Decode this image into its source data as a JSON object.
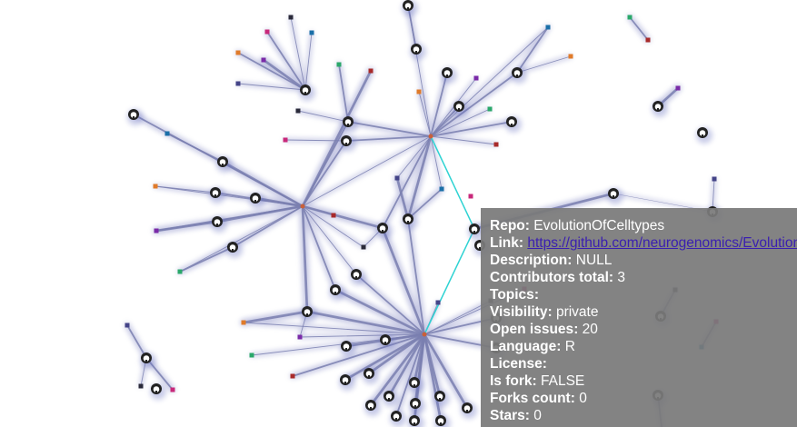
{
  "tooltip": {
    "rows": [
      {
        "key": "Repo",
        "value": "EvolutionOfCelltypes"
      },
      {
        "key": "Link",
        "value": "https://github.com/neurogenomics/EvolutionOfCelltypes"
      },
      {
        "key": "Description",
        "value": "NULL"
      },
      {
        "key": "Contributors total",
        "value": "3"
      },
      {
        "key": "Topics",
        "value": ""
      },
      {
        "key": "Visibility",
        "value": "private"
      },
      {
        "key": "Open issues",
        "value": "20"
      },
      {
        "key": "Language",
        "value": "R"
      },
      {
        "key": "License",
        "value": ""
      },
      {
        "key": "Is fork",
        "value": "FALSE"
      },
      {
        "key": "Forks count",
        "value": "0"
      },
      {
        "key": "Stars",
        "value": "0"
      }
    ]
  },
  "graph": {
    "node_icon": "github-octocat-icon",
    "edge_color": "#7a7fb0",
    "highlight_color": "#2fd3d3"
  }
}
